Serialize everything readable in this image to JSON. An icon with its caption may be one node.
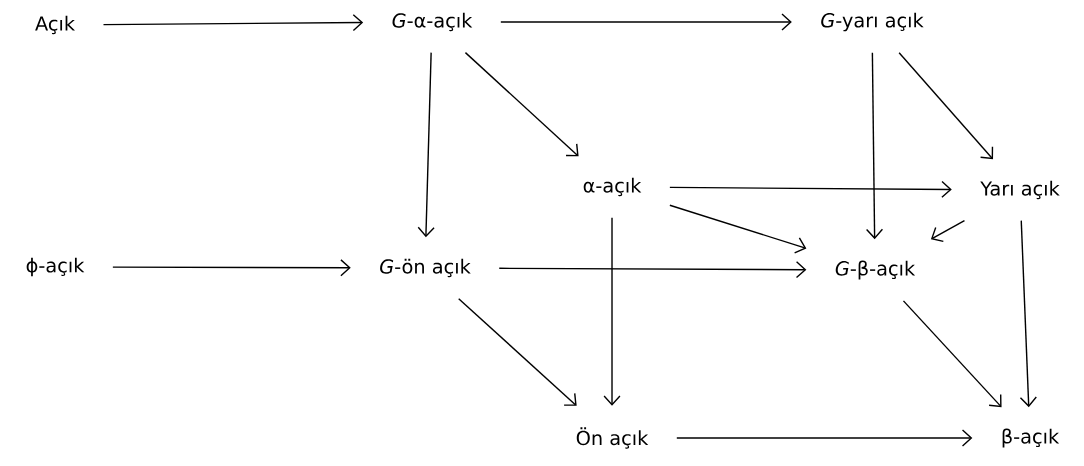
{
  "diagram": {
    "nodes": [
      {
        "text": [
          "Açık"
        ]
      },
      {
        "text": [
          "*G*-α-açık"
        ]
      },
      {
        "text": [
          "*G*-yarı açık"
        ]
      },
      {
        "text": [
          "α-açık"
        ]
      },
      {
        "text": [
          "Yarı açık"
        ]
      },
      {
        "text": [
          "ϕ-açık"
        ]
      },
      {
        "text": [
          "*G*-ön açık"
        ]
      },
      {
        "text": [
          "*G*-β-açık"
        ]
      },
      {
        "text": [
          "Ön açık"
        ]
      },
      {
        "text": [
          "β-açık"
        ]
      }
    ],
    "edges": [
      {
        "from": 0,
        "to": 1,
        "arrow": "to"
      },
      {
        "from": 1,
        "to": 2,
        "arrow": "to"
      },
      {
        "from": 1,
        "to": 6,
        "arrow": "to"
      },
      {
        "from": 1,
        "to": 3,
        "arrow": "to"
      },
      {
        "from": 2,
        "to": 7,
        "arrow": "to"
      },
      {
        "from": 2,
        "to": 4,
        "arrow": "to"
      },
      {
        "from": 3,
        "to": 4,
        "arrow": "to"
      },
      {
        "from": 3,
        "to": 7,
        "arrow": "to"
      },
      {
        "from": 3,
        "to": 8,
        "arrow": "to"
      },
      {
        "from": 4,
        "to": 7,
        "arrow": "to"
      },
      {
        "from": 4,
        "to": 9,
        "arrow": "to"
      },
      {
        "from": 5,
        "to": 6,
        "arrow": "to"
      },
      {
        "from": 6,
        "to": 7,
        "arrow": "to"
      },
      {
        "from": 6,
        "to": 8,
        "arrow": "to"
      },
      {
        "from": 7,
        "to": 9,
        "arrow": "to"
      },
      {
        "from": 8,
        "to": 9,
        "arrow": "to"
      }
    ]
  }
}
